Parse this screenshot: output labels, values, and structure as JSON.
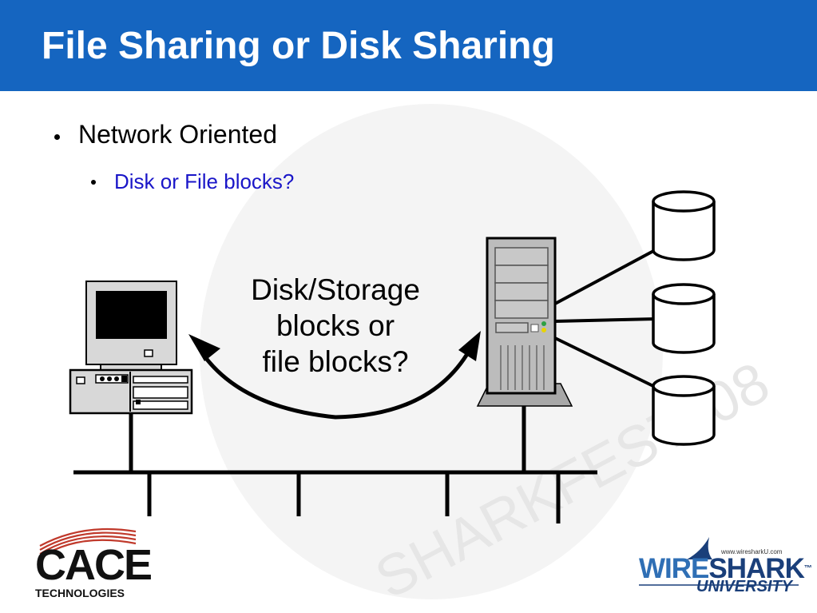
{
  "header": {
    "title": "File Sharing or Disk Sharing",
    "bg_color": "#1565c0"
  },
  "bullets": [
    {
      "text": "Network Oriented",
      "level": 1
    },
    {
      "text": "Disk or File blocks?",
      "level": 2,
      "color": "#1a16c8"
    }
  ],
  "diagram": {
    "center_label": {
      "line1": "Disk/Storage",
      "line2": "blocks or",
      "line3": "file blocks?"
    },
    "nodes": [
      "desktop-computer",
      "tower-server",
      "disk-1",
      "disk-2",
      "disk-3"
    ],
    "icons": [
      "desktop-computer-icon",
      "server-tower-icon",
      "disk-cylinder-icon",
      "double-arrow-icon"
    ]
  },
  "watermark": {
    "text": "SHARKFEST '08"
  },
  "logos": {
    "cace": {
      "word": "CACE",
      "sub": "TECHNOLOGIES"
    },
    "wireshark": {
      "url": "www.wiresharkU.com",
      "word_a": "WIRE",
      "word_b": "SHARK",
      "tm": "™",
      "sub": "UNIVERSITY"
    }
  }
}
